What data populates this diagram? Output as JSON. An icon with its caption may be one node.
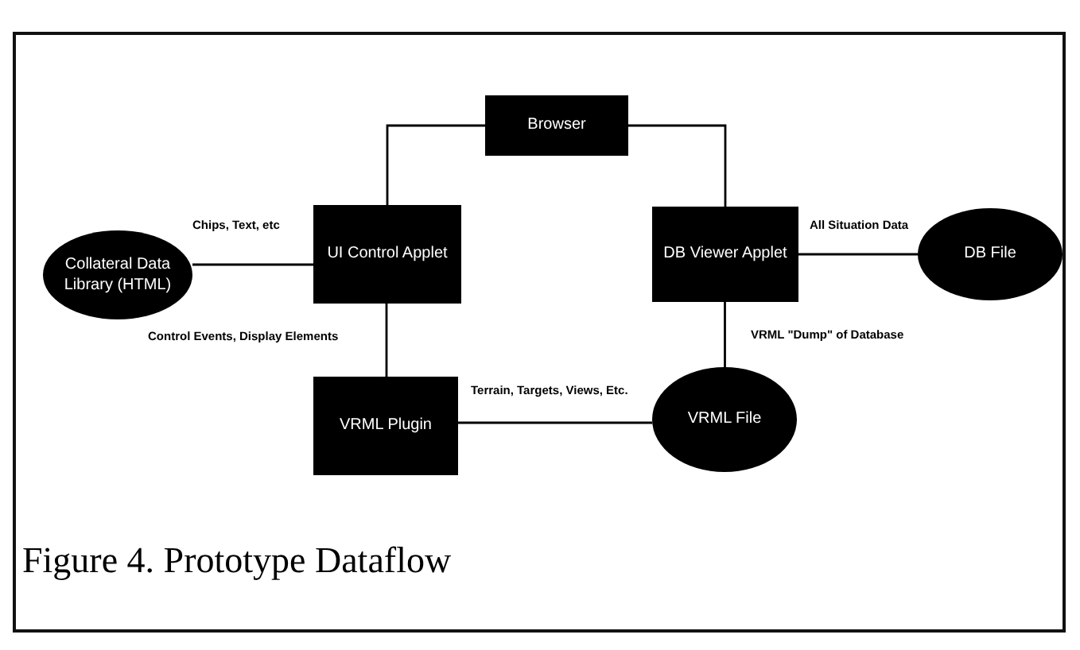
{
  "diagram": {
    "caption": "Figure 4. Prototype Dataflow",
    "nodes": [
      {
        "text": [
          "Browser"
        ]
      },
      {
        "text": [
          "Collateral Data Library (HTML)"
        ]
      },
      {
        "text": [
          "UI Control Applet"
        ]
      },
      {
        "text": [
          "DB Viewer Applet"
        ]
      },
      {
        "text": [
          "DB File"
        ]
      },
      {
        "text": [
          "VRML Plugin"
        ]
      },
      {
        "text": [
          "VRML File"
        ]
      }
    ],
    "edges": [
      {
        "from": 0,
        "to": 2,
        "arrow": "none"
      },
      {
        "from": 0,
        "to": 3,
        "arrow": "none"
      },
      {
        "from": 1,
        "to": 2,
        "arrow": "none",
        "label": "Chips, Text, etc"
      },
      {
        "from": 2,
        "to": 5,
        "arrow": "none",
        "label": "Control Events, Display Elements"
      },
      {
        "from": 3,
        "to": 4,
        "arrow": "none",
        "label": "All Situation Data"
      },
      {
        "from": 3,
        "to": 6,
        "arrow": "none",
        "label": "VRML \"Dump\" of Database"
      },
      {
        "from": 5,
        "to": 6,
        "arrow": "none",
        "label": "Terrain, Targets, Views, Etc."
      }
    ]
  }
}
